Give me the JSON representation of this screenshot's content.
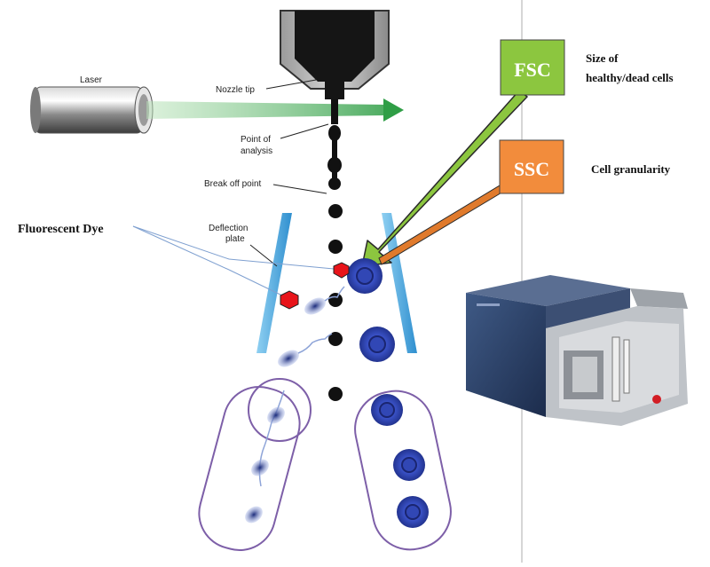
{
  "labels": {
    "laser": "Laser",
    "nozzle_tip": "Nozzle tip",
    "point_of_analysis_1": "Point of",
    "point_of_analysis_2": "analysis",
    "break_off_point": "Break off point",
    "deflection_plate_1": "Deflection",
    "deflection_plate_2": "plate",
    "fluorescent_dye": "Fluorescent Dye"
  },
  "fsc": {
    "box_label": "FSC",
    "description_1": "Size of",
    "description_2": "healthy/dead cells",
    "color": "#8cc63f"
  },
  "ssc": {
    "box_label": "SSC",
    "description": "Cell granularity",
    "color": "#f28c3c"
  },
  "colors": {
    "laser_beam": "#3aa655",
    "deflection_plate": "#5aaee0",
    "cell": "#2c3fa8",
    "dye_marker": "#e8141a",
    "collection_tube": "#7d5fa8"
  }
}
